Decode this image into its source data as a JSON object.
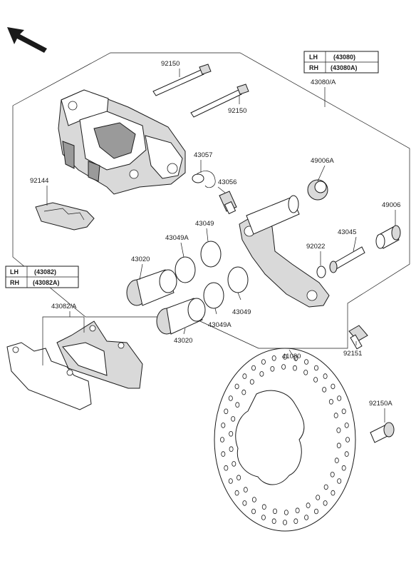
{
  "callouts": {
    "p92150_top": "92150",
    "p92150_mid": "92150",
    "p43057": "43057",
    "p43056": "43056",
    "p92144": "92144",
    "p43080": "43080/A",
    "p49006A": "49006A",
    "p49006": "49006",
    "p43045": "43045",
    "p92022": "92022",
    "p43049": "43049",
    "p43049A": "43049A",
    "p43020": "43020",
    "p43049b": "43049",
    "p43049Ab": "43049A",
    "p43020b": "43020",
    "p43082": "43082/A",
    "p92151": "92151",
    "p41080": "41080",
    "p92150A": "92150A"
  },
  "table_43080": {
    "rows": [
      {
        "side": "LH",
        "part": "(43080)"
      },
      {
        "side": "RH",
        "part": "(43080A)"
      }
    ]
  },
  "table_43082": {
    "rows": [
      {
        "side": "LH",
        "part": "(43082)"
      },
      {
        "side": "RH",
        "part": "(43082A)"
      }
    ]
  },
  "icons": {
    "direction": "front-direction-arrow-icon"
  }
}
